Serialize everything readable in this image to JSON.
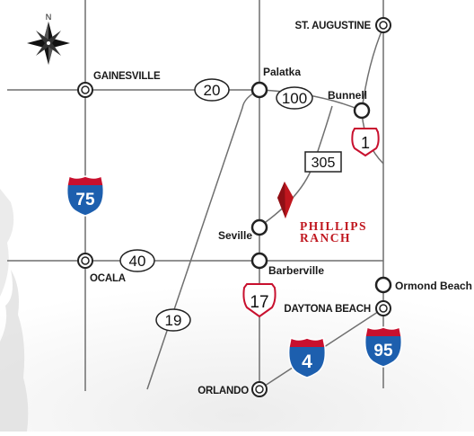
{
  "colors": {
    "road": "#6f6f6f",
    "text": "#1a1a1a",
    "interstate_blue": "#1d5fae",
    "interstate_red": "#c8102e",
    "ranch_red": "#c0161e",
    "us_shield_red": "#c8102e"
  },
  "compass": {
    "icon": "compass-rose-icon",
    "north_label": "N"
  },
  "cities": {
    "st_augustine": "ST. AUGUSTINE",
    "gainesville": "GAINESVILLE",
    "palatka": "Palatka",
    "bunnell": "Bunnell",
    "seville": "Seville",
    "ocala": "OCALA",
    "barberville": "Barberville",
    "ormond_beach": "Ormond Beach",
    "daytona_beach": "DAYTONA BEACH",
    "orlando": "ORLANDO"
  },
  "destination": {
    "name_line1": "PHILLIPS",
    "name_line2": "RANCH",
    "marker_icon": "map-pin-icon"
  },
  "routes": {
    "sr20": "20",
    "sr100": "100",
    "sr305": "305",
    "us1": "1",
    "i75": "75",
    "sr40": "40",
    "us17": "17",
    "sr19": "19",
    "i4": "4",
    "i95": "95"
  }
}
